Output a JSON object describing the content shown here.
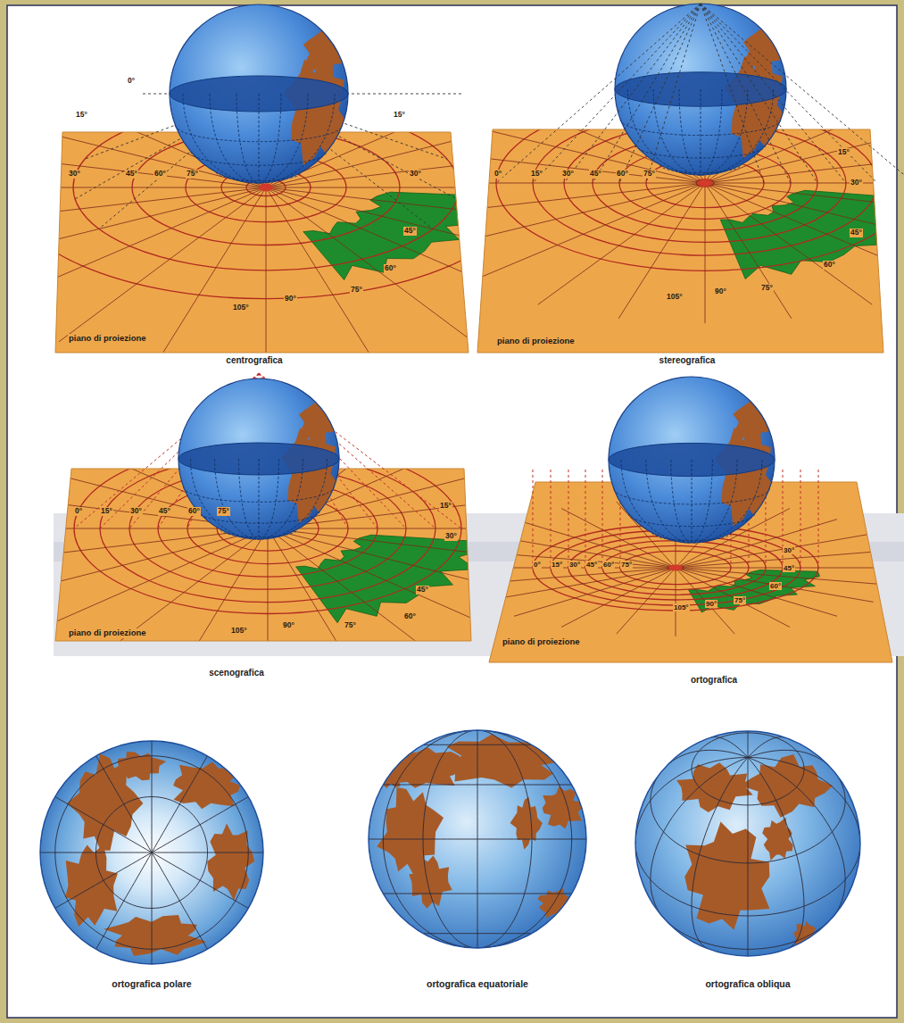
{
  "diagram": {
    "labels": [
      "0°",
      "15°",
      "30°",
      "45°",
      "60°",
      "75°",
      "15°",
      "30°",
      "45°",
      "60°",
      "75°",
      "90°",
      "105°",
      "piano di proiezione",
      "centrografica",
      "0°",
      "15°",
      "30°",
      "45°",
      "60°",
      "75°",
      "15°",
      "30°",
      "45°",
      "60°",
      "75°",
      "90°",
      "105°",
      "piano di proiezione",
      "stereografica",
      "0°",
      "15°",
      "30°",
      "45°",
      "60°",
      "75°",
      "15°",
      "30°",
      "45°",
      "60°",
      "75°",
      "90°",
      "105°",
      "piano di proiezione",
      "scenografica",
      "0°",
      "15°",
      "30°",
      "45°",
      "60°",
      "75°",
      "30°",
      "45°",
      "60°",
      "75°",
      "90°",
      "105°",
      "piano di proiezione",
      "ortografica",
      "ortografica polare",
      "ortografica equatoriale",
      "ortografica obliqua"
    ]
  }
}
